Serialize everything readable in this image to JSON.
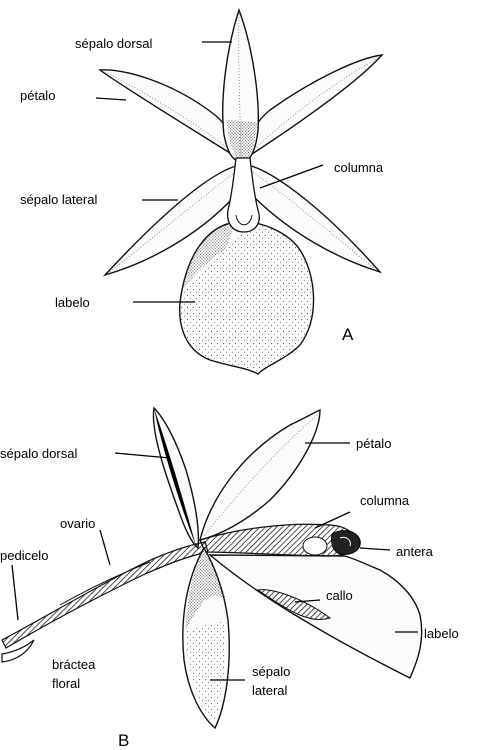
{
  "figure_a": {
    "panel_label": "A",
    "labels": {
      "sepalo_dorsal": "sépalo dorsal",
      "petalo": "pétalo",
      "columna": "columna",
      "sepalo_lateral": "sépalo lateral",
      "labelo": "labelo"
    }
  },
  "figure_b": {
    "panel_label": "B",
    "labels": {
      "sepalo_dorsal": "sépalo dorsal",
      "petalo": "pétalo",
      "ovario": "ovario",
      "columna": "columna",
      "pedicelo": "pedicelo",
      "antera": "antera",
      "callo": "callo",
      "labelo": "labelo",
      "bractea_line1": "bráctea",
      "bractea_line2": "floral",
      "sepalo_lateral_line1": "sépalo",
      "sepalo_lateral_line2": "lateral"
    }
  }
}
